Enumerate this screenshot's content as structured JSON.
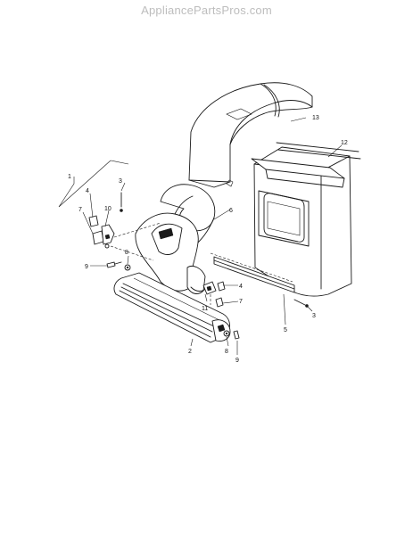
{
  "watermark": "AppliancePartsPros.com",
  "callouts": {
    "c1": "1",
    "c2": "2",
    "c3a": "3",
    "c3b": "3",
    "c4a": "4",
    "c4b": "4",
    "c5": "5",
    "c6": "6",
    "c7a": "7",
    "c7b": "7",
    "c8a": "8",
    "c8b": "8",
    "c9a": "9",
    "c9b": "9",
    "c10": "10",
    "c11": "11",
    "c12": "12",
    "c13": "13"
  }
}
